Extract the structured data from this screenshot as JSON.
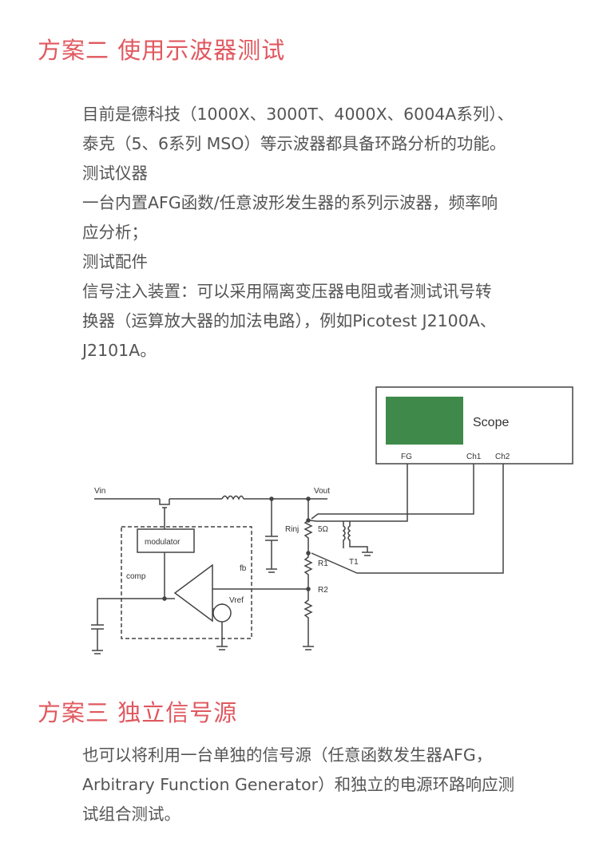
{
  "section2": {
    "title": "方案二 使用示波器测试",
    "lines": [
      "目前是德科技（1000X、3000T、4000X、6004A系列）、",
      "泰克（5、6系列 MSO）等示波器都具备环路分析的功能。",
      "测试仪器",
      "一台内置AFG函数/任意波形发生器的系列示波器，频率响",
      "应分析；",
      "测试配件",
      "信号注入装置：可以采用隔离变压器电阻或者测试讯号转",
      "换器（运算放大器的加法电路），例如Picotest J2100A、",
      "J2101A。"
    ]
  },
  "diagram": {
    "scope": "Scope",
    "fg": "FG",
    "ch1": "Ch1",
    "ch2": "Ch2",
    "vin": "Vin",
    "vout": "Vout",
    "rinj": "Rinj",
    "ohm": "5Ω",
    "t1": "T1",
    "r1": "R1",
    "r2": "R2",
    "fb": "fb",
    "comp": "comp",
    "modulator": "modulator",
    "vref": "Vref",
    "scope_screen_color": "#3f8a4a"
  },
  "section3": {
    "title": "方案三 独立信号源",
    "lines": [
      "也可以将利用一台单独的信号源（任意函数发生器AFG，",
      "Arbitrary Function Generator）和独立的电源环路响应测",
      "试组合测试。"
    ]
  }
}
